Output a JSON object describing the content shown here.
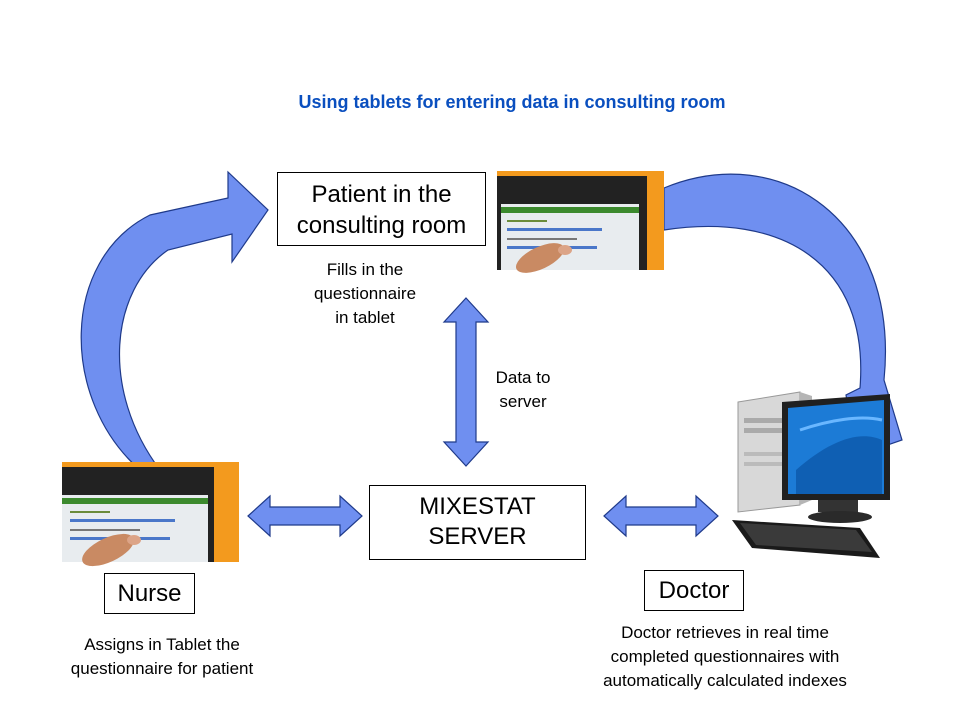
{
  "title": "Using tablets for entering data in consulting room",
  "patient_box": {
    "line1": "Patient in the",
    "line2": "consulting room"
  },
  "patient_caption": {
    "line1": "Fills in the",
    "line2": "questionnaire",
    "line3": "in tablet"
  },
  "data_to_server": {
    "line1": "Data to",
    "line2": "server"
  },
  "server_box": {
    "line1": "MIXESTAT",
    "line2": "SERVER"
  },
  "nurse_box": "Nurse",
  "nurse_caption": {
    "line1": "Assigns in Tablet the",
    "line2": "questionnaire for patient"
  },
  "doctor_box": "Doctor",
  "doctor_caption": {
    "line1": "Doctor retrieves in real time",
    "line2": "completed questionnaires with",
    "line3": "automatically calculated indexes"
  },
  "colors": {
    "title": "#0a4fbf",
    "arrow_fill": "#6f8ff0",
    "arrow_stroke": "#1f3a8a",
    "tablet_frame": "#f39a1e"
  }
}
